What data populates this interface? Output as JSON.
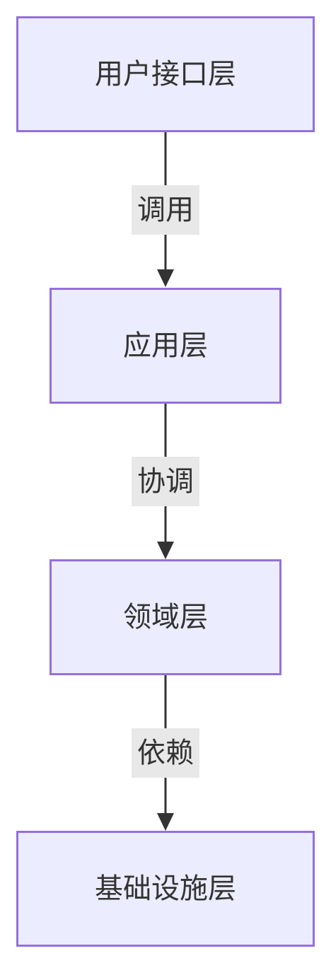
{
  "diagram": {
    "nodes": [
      {
        "id": "user-interface",
        "label": "用户接口层"
      },
      {
        "id": "application",
        "label": "应用层"
      },
      {
        "id": "domain",
        "label": "领域层"
      },
      {
        "id": "infrastructure",
        "label": "基础设施层"
      }
    ],
    "edges": [
      {
        "from": "user-interface",
        "to": "application",
        "label": "调用"
      },
      {
        "from": "application",
        "to": "domain",
        "label": "协调"
      },
      {
        "from": "domain",
        "to": "infrastructure",
        "label": "依赖"
      }
    ]
  },
  "colors": {
    "node_fill": "#ececff",
    "node_border": "#9370db",
    "edge_stroke": "#333333",
    "label_background": "#e8e8e8",
    "text": "#333333"
  }
}
